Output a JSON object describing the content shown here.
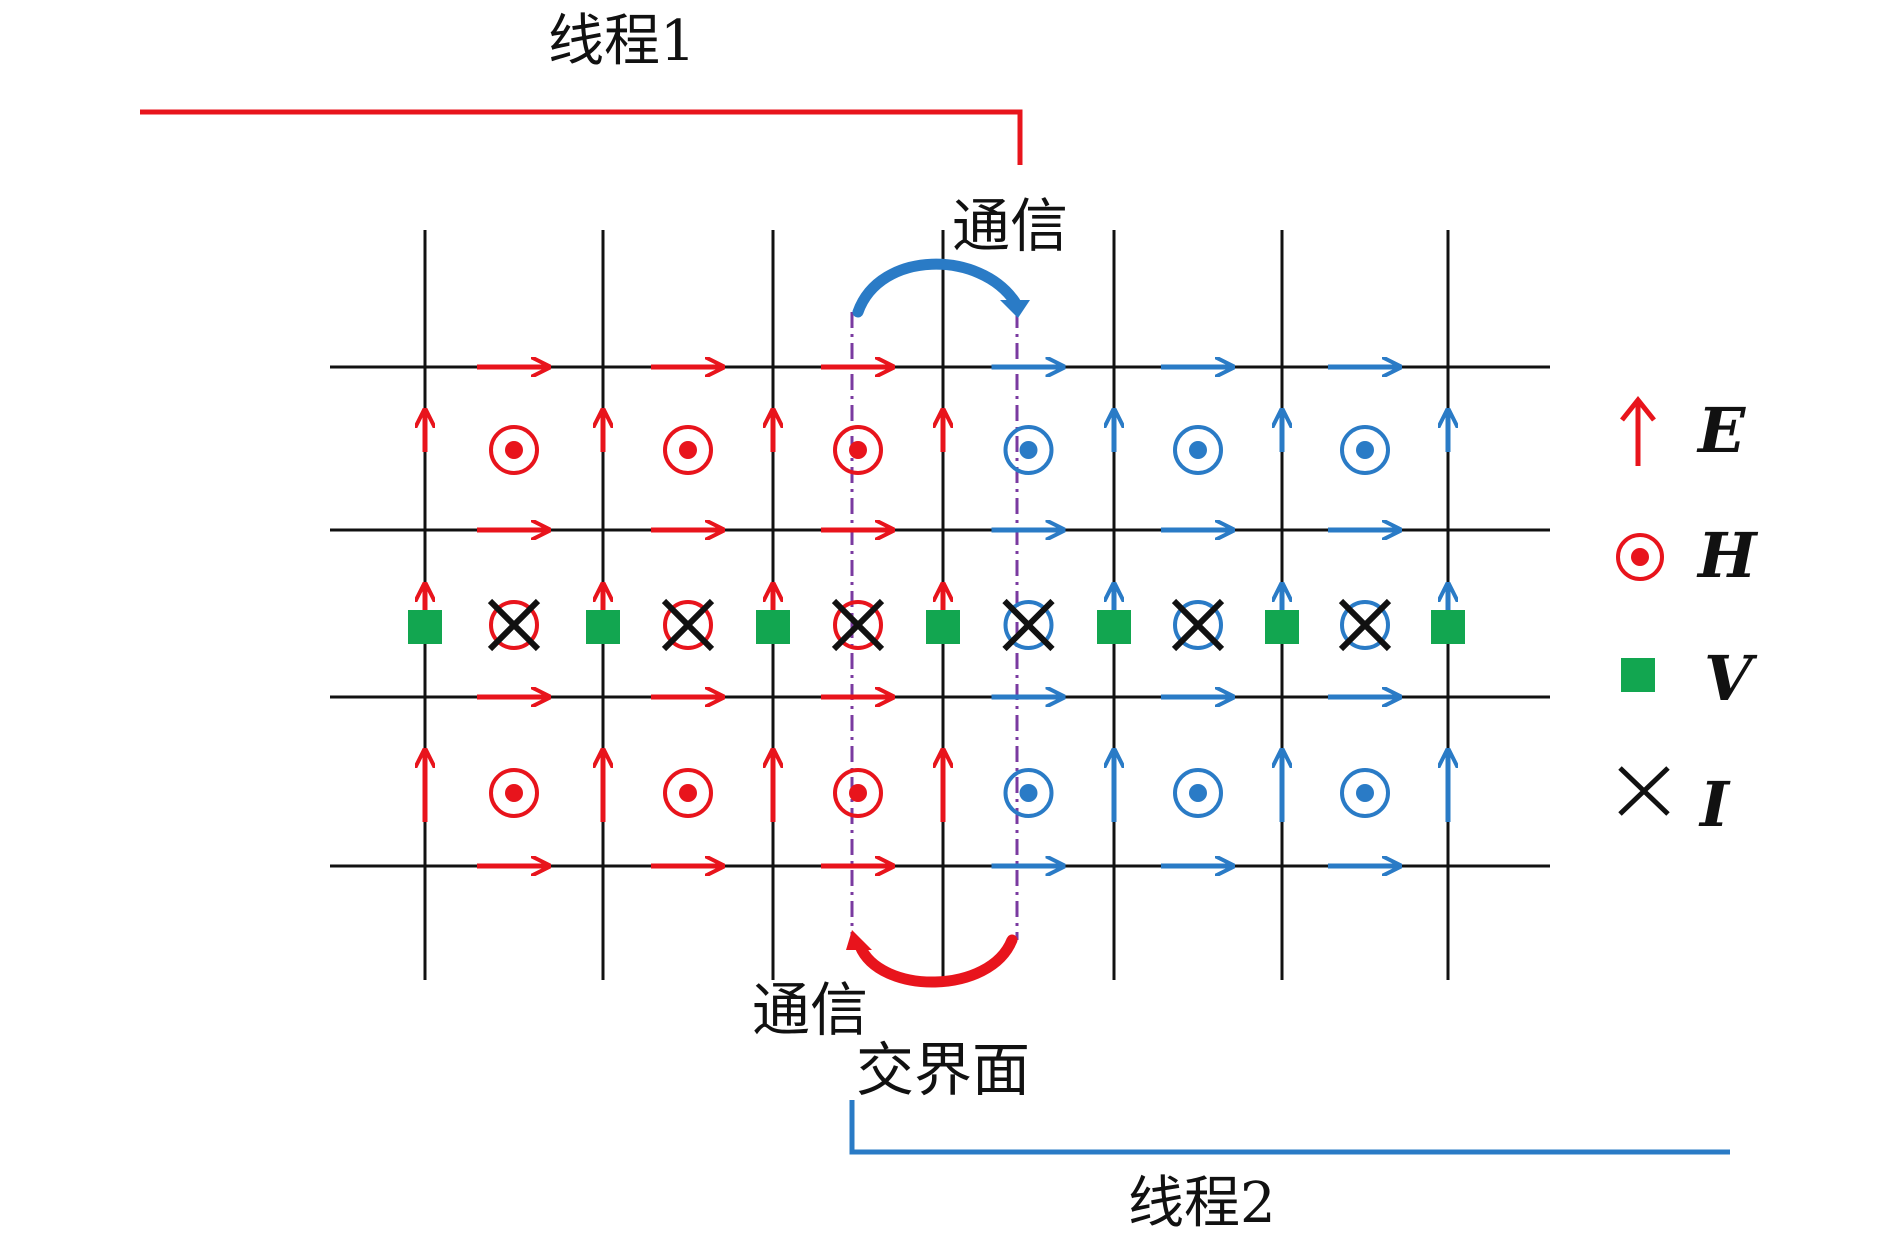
{
  "labels": {
    "thread1": "线程1",
    "thread2": "线程2",
    "comm_top": "通信",
    "comm_bottom": "通信",
    "interface": "交界面"
  },
  "legend": [
    {
      "symbol": "E",
      "glyph": "arrow-up",
      "color": "#e8141c"
    },
    {
      "symbol": "H",
      "glyph": "circle-dot",
      "color": "#e8141c"
    },
    {
      "symbol": "V",
      "glyph": "square",
      "color": "#12a650"
    },
    {
      "symbol": "I",
      "glyph": "cross",
      "color": "#111111"
    }
  ],
  "colors": {
    "thread1": "#e8141c",
    "thread2": "#2a7bc6",
    "grid": "#111111",
    "voltage": "#12a650",
    "interface_line": "#7a3aa0"
  }
}
